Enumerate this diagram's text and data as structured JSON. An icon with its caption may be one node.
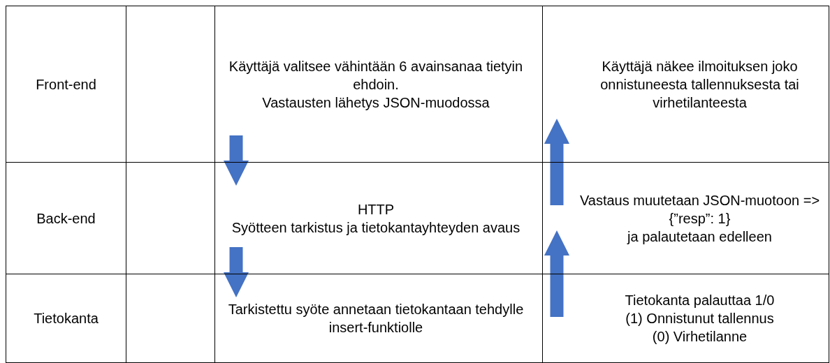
{
  "diagram": {
    "nodes": [
      {
        "text": [
          "Käyttäjä valitsee vähintään 6 avainsanaa tietyin ehdoin.",
          "Vastausten lähetys JSON-muodossa"
        ]
      },
      {
        "text": [
          "HTTP",
          "Syötteen tarkistus ja tietokantayhteyden avaus"
        ]
      },
      {
        "text": [
          "Tarkistettu syöte annetaan tietokantaan tehdylle insert-funktiolle"
        ]
      },
      {
        "text": [
          "Käyttäjä näkee ilmoituksen joko onnistuneesta tallennuksesta tai virhetilanteesta"
        ]
      },
      {
        "text": [
          "Vastaus muutetaan JSON-muotoon =>",
          "{”resp”: 1}",
          "ja palautetaan edelleen"
        ]
      },
      {
        "text": [
          "Tietokanta palauttaa 1/0",
          "(1) Onnistunut tallennus",
          "(0) Virhetilanne"
        ]
      }
    ],
    "edges": [
      {
        "from": 0,
        "to": 1,
        "arrow": "to"
      },
      {
        "from": 1,
        "to": 2,
        "arrow": "to"
      },
      {
        "from": 5,
        "to": 4,
        "arrow": "to"
      },
      {
        "from": 4,
        "to": 3,
        "arrow": "to"
      }
    ],
    "labels": [
      "Front-end",
      "Back-end",
      "Tietokanta"
    ]
  }
}
